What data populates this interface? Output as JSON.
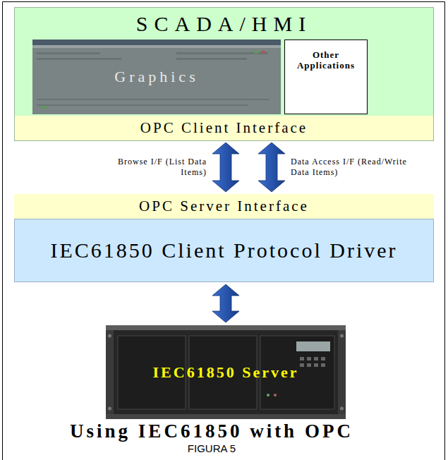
{
  "diagram": {
    "title": "Using IEC61850 with OPC",
    "caption": "FIGURA 5",
    "nodes": [
      {
        "text": [
          "SCADA/HMI"
        ]
      },
      {
        "text": [
          "Graphics"
        ],
        "in": 0
      },
      {
        "text": [
          "Other Applications"
        ],
        "in": 0
      },
      {
        "text": [
          "OPC Client Interface"
        ],
        "in": 0
      },
      {
        "text": [
          "OPC Server Interface"
        ]
      },
      {
        "text": [
          "IEC61850 Client Protocol Driver"
        ]
      },
      {
        "text": [
          "IEC61850 Server"
        ]
      }
    ],
    "edges": [
      {
        "from": 3,
        "to": 4,
        "label": "Browse I/F (List Data Items)",
        "arrow": "both"
      },
      {
        "from": 3,
        "to": 4,
        "label": "Data Access I/F (Read/Write Data Items)",
        "arrow": "both"
      },
      {
        "from": 5,
        "to": 6,
        "arrow": "both"
      }
    ]
  }
}
